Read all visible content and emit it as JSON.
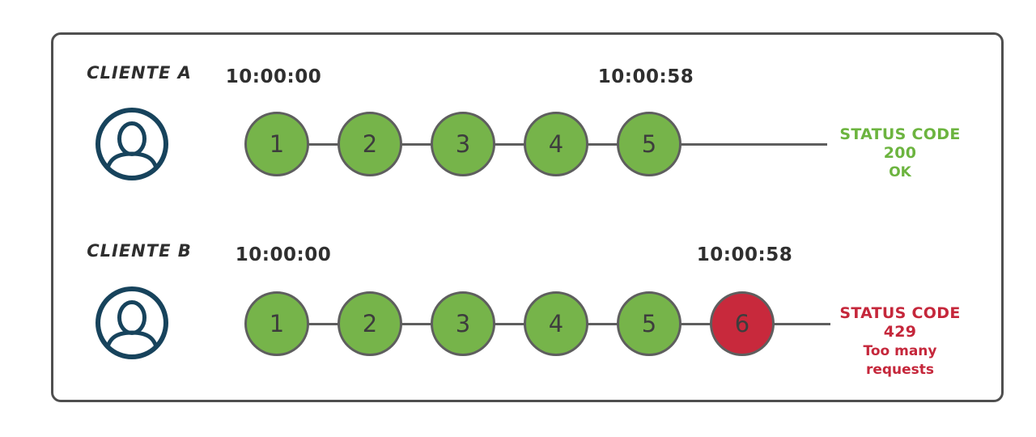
{
  "colors": {
    "circle_ok": "#76b44a",
    "circle_blocked": "#c8293c",
    "circle_border": "#5e5e5e",
    "connector_line": "#5e5e5e",
    "status_success": "#6cb43f",
    "status_error": "#c5273b",
    "avatar_blue": "#17435c",
    "frame_border": "#4f4f4f",
    "heading_text": "#2e2e2e",
    "timestamp_text": "#2f2f2f",
    "circle_number": "#3d3d3d"
  },
  "diagram": {
    "rows": [
      {
        "client_label": "CLIENTE A",
        "avatar_icon": "user-icon",
        "start_time": "10:00:00",
        "end_time": "10:00:58",
        "requests": [
          {
            "label": "1",
            "status": "ok"
          },
          {
            "label": "2",
            "status": "ok"
          },
          {
            "label": "3",
            "status": "ok"
          },
          {
            "label": "4",
            "status": "ok"
          },
          {
            "label": "5",
            "status": "ok"
          }
        ],
        "status": {
          "line1": "STATUS CODE 200",
          "line2": "OK",
          "type": "success"
        }
      },
      {
        "client_label": "CLIENTE B",
        "avatar_icon": "user-icon",
        "start_time": "10:00:00",
        "end_time": "10:00:58",
        "requests": [
          {
            "label": "1",
            "status": "ok"
          },
          {
            "label": "2",
            "status": "ok"
          },
          {
            "label": "3",
            "status": "ok"
          },
          {
            "label": "4",
            "status": "ok"
          },
          {
            "label": "5",
            "status": "ok"
          },
          {
            "label": "6",
            "status": "blocked"
          }
        ],
        "status": {
          "line1": "STATUS CODE 429",
          "line2": "Too many requests",
          "type": "error"
        }
      }
    ]
  }
}
